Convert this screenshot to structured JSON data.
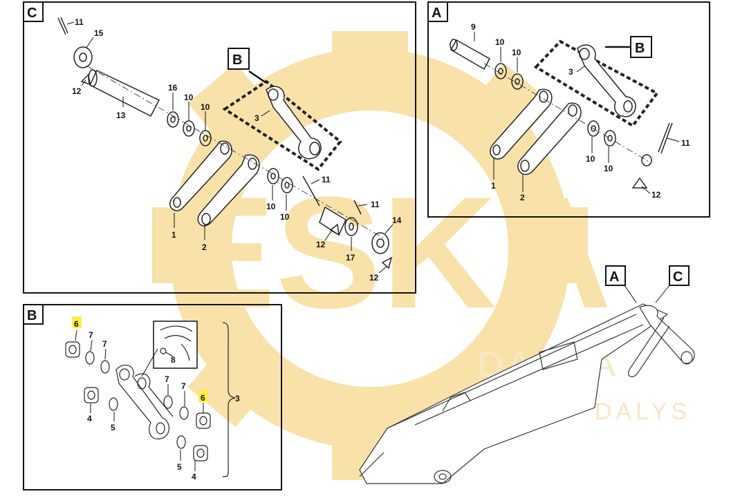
{
  "watermark": {
    "brand_main": "ESKA",
    "brand_sub1": "DASKA",
    "brand_sub2": "DALYS",
    "color": "#f3d089"
  },
  "panels": {
    "C": {
      "label": "C",
      "sub_label": "B",
      "callouts": [
        "11",
        "15",
        "12",
        "13",
        "16",
        "10",
        "10",
        "3",
        "1",
        "2",
        "10",
        "10",
        "11",
        "11",
        "14",
        "12",
        "17",
        "12"
      ]
    },
    "A": {
      "label": "A",
      "sub_label": "B",
      "callouts": [
        "9",
        "10",
        "10",
        "3",
        "1",
        "2",
        "10",
        "10",
        "11",
        "12"
      ]
    },
    "B": {
      "label": "B",
      "group_callout": "3",
      "callouts": [
        "6",
        "7",
        "7",
        "8",
        "4",
        "5",
        "7",
        "7",
        "6",
        "5",
        "4"
      ],
      "highlight_color": "#ffef40"
    },
    "overview": {
      "label_a": "A",
      "label_c": "C"
    }
  }
}
